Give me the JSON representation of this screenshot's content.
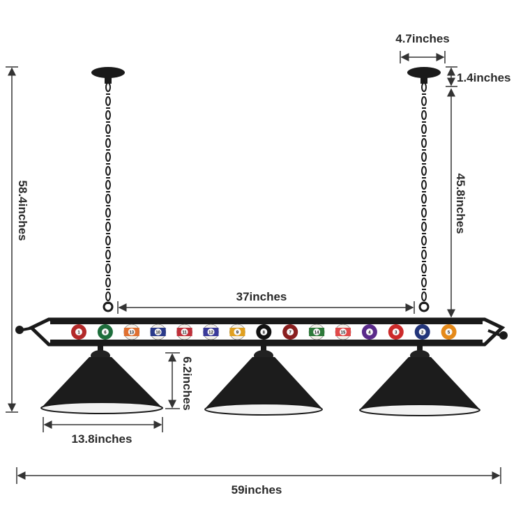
{
  "dimensions": {
    "mount_width": "4.7inches",
    "mount_height": "1.4inches",
    "total_height": "58.4inches",
    "chain_drop": "45.8inches",
    "chain_spacing": "37inches",
    "shade_height": "6.2inches",
    "shade_width": "13.8inches",
    "total_length": "59inches"
  },
  "balls": [
    {
      "number": "1",
      "color": "#b32a2a",
      "striped": false
    },
    {
      "number": "6",
      "color": "#1e6e3c",
      "striped": false
    },
    {
      "number": "13",
      "color": "#e07030",
      "striped": true
    },
    {
      "number": "10",
      "color": "#2a3a8a",
      "striped": true
    },
    {
      "number": "11",
      "color": "#c0303a",
      "striped": true
    },
    {
      "number": "12",
      "color": "#3a3a9a",
      "striped": true
    },
    {
      "number": "9",
      "color": "#e0a020",
      "striped": true
    },
    {
      "number": "8",
      "color": "#111111",
      "striped": false
    },
    {
      "number": "7",
      "color": "#8a1f1f",
      "striped": false
    },
    {
      "number": "14",
      "color": "#2e7a3a",
      "striped": true
    },
    {
      "number": "15",
      "color": "#e04a4a",
      "striped": true
    },
    {
      "number": "4",
      "color": "#5a2a8a",
      "striped": false
    },
    {
      "number": "3",
      "color": "#cc2b2b",
      "striped": false
    },
    {
      "number": "2",
      "color": "#23357a",
      "striped": false
    },
    {
      "number": "5",
      "color": "#e58a1a",
      "striped": false
    }
  ],
  "colors": {
    "fixture": "#1a1a1a",
    "shade_inner": "#f2f2f2",
    "dimension_line": "#333333"
  }
}
